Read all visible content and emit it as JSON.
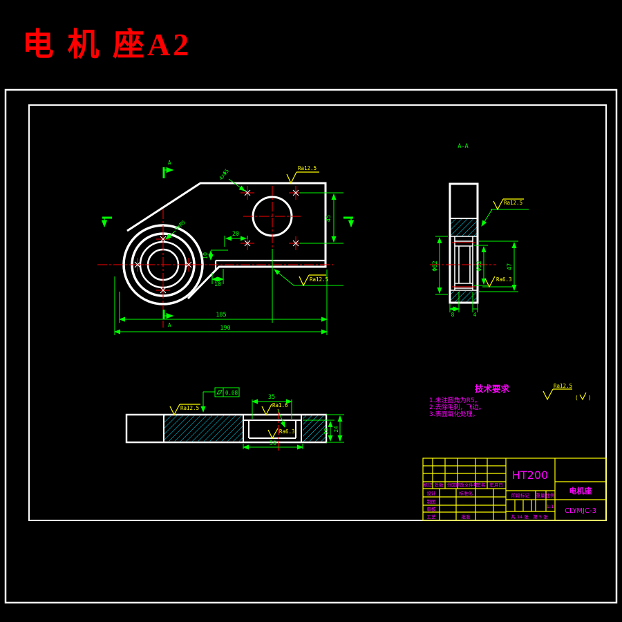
{
  "page_title": "电 机 座A2",
  "front_view": {
    "dim_45": "45",
    "dim_20": "20",
    "dim_10_v": "10",
    "dim_10_h": "10",
    "dim_185": "185",
    "dim_190": "190",
    "label_plate_holes": "4xΦ5",
    "label_boss_holes": "4xM5",
    "ra_top": "Ra12.5",
    "ra_bottom": "Ra12.5",
    "section_letter_top": "A",
    "section_letter_bottom": "A"
  },
  "side_view": {
    "title": "A-A",
    "dim_od": "Φ62",
    "dim_bore": "Φ52",
    "dim_47": "47",
    "dim_8": "8",
    "dim_4": "4",
    "ra_upper": "Ra12.5",
    "ra_inner": "Ra6.3"
  },
  "bottom_view": {
    "dim_top": "35",
    "dim_bottom": "50",
    "dim_20": "20",
    "dim_24": "24",
    "flatness_value": "0.08",
    "ra_left": "Ra12.5",
    "ra_pocket_top": "Ra1.6",
    "ra_pocket_floor": "Ra6.3"
  },
  "tech_requirements": {
    "title": "技术要求",
    "item_1": "1.未注圆角为R5。",
    "item_2": "2.去除毛刺，飞边。",
    "item_3": "3.表面氧化处理。"
  },
  "general_roughness": {
    "value": "Ra12.5",
    "paren_open": "(",
    "paren_close": ")"
  },
  "title_block": {
    "material": "HT200",
    "part_name": "电机座",
    "drawing_no": "CLYMJC-3",
    "col_mark": "标记",
    "col_count": "处数",
    "col_zone": "分区",
    "col_change_no": "更改文件号",
    "col_sign": "签名",
    "col_date": "年月日",
    "row_design": "设计",
    "row_draft": "制图",
    "row_check": "审核",
    "row_process": "工艺",
    "standardization": "标准化",
    "approve": "批准",
    "stage_mark": "阶段标记",
    "weight": "重量",
    "scale_label": "比例",
    "scale_value": "1:1",
    "sheet_total": "共 14 张",
    "sheet_no": "第 5 张"
  },
  "colors": {
    "outline": "#ffffff",
    "dimension": "#00ff00",
    "centerline": "#ff0000",
    "hatch": "#00e5ff",
    "roughness": "#ffff00",
    "notes": "#ff00ff",
    "title": "#ff0000"
  }
}
